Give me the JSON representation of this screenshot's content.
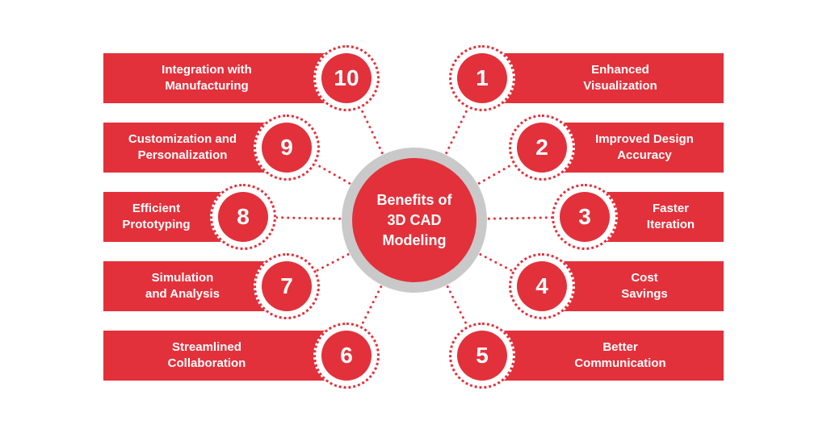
{
  "hub": {
    "title": "Benefits of\n3D CAD\nModeling"
  },
  "benefits": [
    {
      "number": "1",
      "label": "Enhanced\nVisualization"
    },
    {
      "number": "2",
      "label": "Improved Design\nAccuracy"
    },
    {
      "number": "3",
      "label": "Faster\nIteration"
    },
    {
      "number": "4",
      "label": "Cost\nSavings"
    },
    {
      "number": "5",
      "label": "Better\nCommunication"
    },
    {
      "number": "6",
      "label": "Streamlined\nCollaboration"
    },
    {
      "number": "7",
      "label": "Simulation\nand Analysis"
    },
    {
      "number": "8",
      "label": "Efficient\nPrototyping"
    },
    {
      "number": "9",
      "label": "Customization and\nPersonalization"
    },
    {
      "number": "10",
      "label": "Integration with\nManufacturing"
    }
  ],
  "colors": {
    "accent": "#e2313b",
    "ring": "#c9c9c9",
    "background": "#ffffff"
  }
}
